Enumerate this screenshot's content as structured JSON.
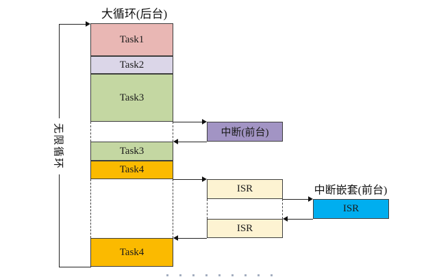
{
  "diagram": {
    "title": "大循环(后台)",
    "side_label": "无限循环",
    "background_column": {
      "segments": [
        {
          "label": "Task1",
          "color": "#e9b7b4"
        },
        {
          "label": "Task2",
          "color": "#dbd6e8"
        },
        {
          "label": "Task3",
          "color": "#c4d7a2"
        },
        {
          "label": "Task3",
          "color": "#c4d7a2"
        },
        {
          "label": "Task4",
          "color": "#fbba00"
        },
        {
          "label": "Task4",
          "color": "#fbba00"
        }
      ]
    },
    "foreground": {
      "interrupt_box": {
        "label": "中断(前台)",
        "color": "#a294c4"
      },
      "isr_boxes": [
        {
          "label": "ISR",
          "color": "#fdf3d2"
        },
        {
          "label": "ISR",
          "color": "#fdf3d2"
        }
      ],
      "nested": {
        "title": "中断嵌套(前台)",
        "isr_box": {
          "label": "ISR",
          "color": "#00aeef"
        }
      }
    },
    "line_color": "#1f1f1f"
  }
}
